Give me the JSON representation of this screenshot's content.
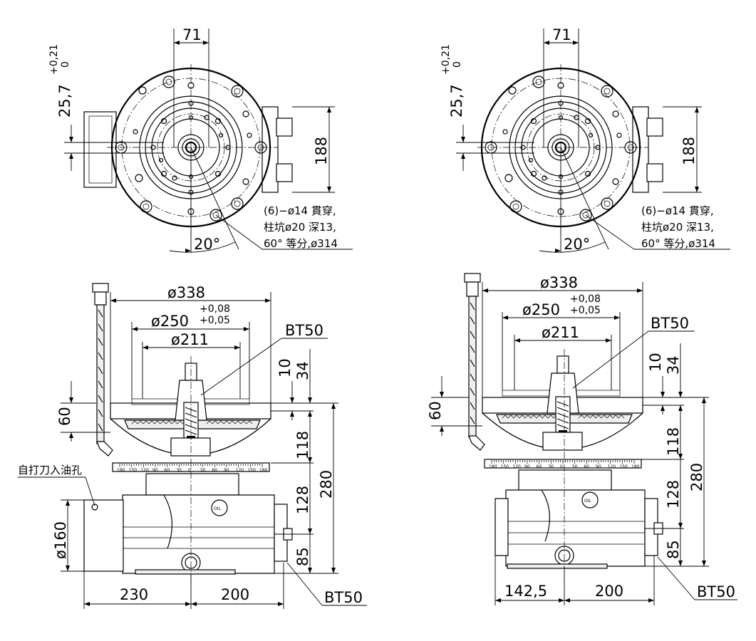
{
  "views": {
    "left": {
      "top": {
        "d_width": "71",
        "d_offset": "25,7",
        "tol_offset_up": "+0,21",
        "tol_offset_low": "0",
        "d_height": "188",
        "angle": "20°"
      },
      "side": {
        "d_outer": "ø338",
        "d_seat": "ø250",
        "tol_seat_up": "+0,08",
        "tol_seat_low": "+0,05",
        "d_inner": "ø211",
        "d_top_10": "10",
        "d_top_34": "34",
        "d_60": "60",
        "d_118": "118",
        "d_280": "280",
        "d_128": "128",
        "d_85": "85",
        "d_body": "ø160",
        "d_bottom_left": "230",
        "d_bottom_right": "200",
        "oil_label": "OIL"
      }
    },
    "right": {
      "top": {
        "d_width": "71",
        "d_offset": "25,7",
        "tol_offset_up": "+0,21",
        "tol_offset_low": "0",
        "d_height": "188",
        "angle": "20°"
      },
      "side": {
        "d_outer": "ø338",
        "d_seat": "ø250",
        "tol_seat_up": "+0,08",
        "tol_seat_low": "+0,05",
        "d_inner": "ø211",
        "d_top_10": "10",
        "d_top_34": "34",
        "d_60": "60",
        "d_118": "118",
        "d_280": "280",
        "d_128": "128",
        "d_85": "85",
        "d_bottom_left": "142,5",
        "d_bottom_right": "200",
        "oil_label": "OIL"
      }
    }
  },
  "notes": {
    "holes_line1": "(6)−ø14 貫穿,",
    "holes_line2": "柱坑ø20 深13,",
    "holes_line3": "60° 等分,ø314",
    "bt50_spindle": "BT50",
    "bt50_body": "BT50",
    "oil_hole": "自打刀入油孔"
  },
  "scale": {
    "ticks": [
      "180",
      "150",
      "120",
      "90",
      "60",
      "30",
      "0",
      "30",
      "60",
      "90",
      "120",
      "150",
      "180"
    ]
  }
}
